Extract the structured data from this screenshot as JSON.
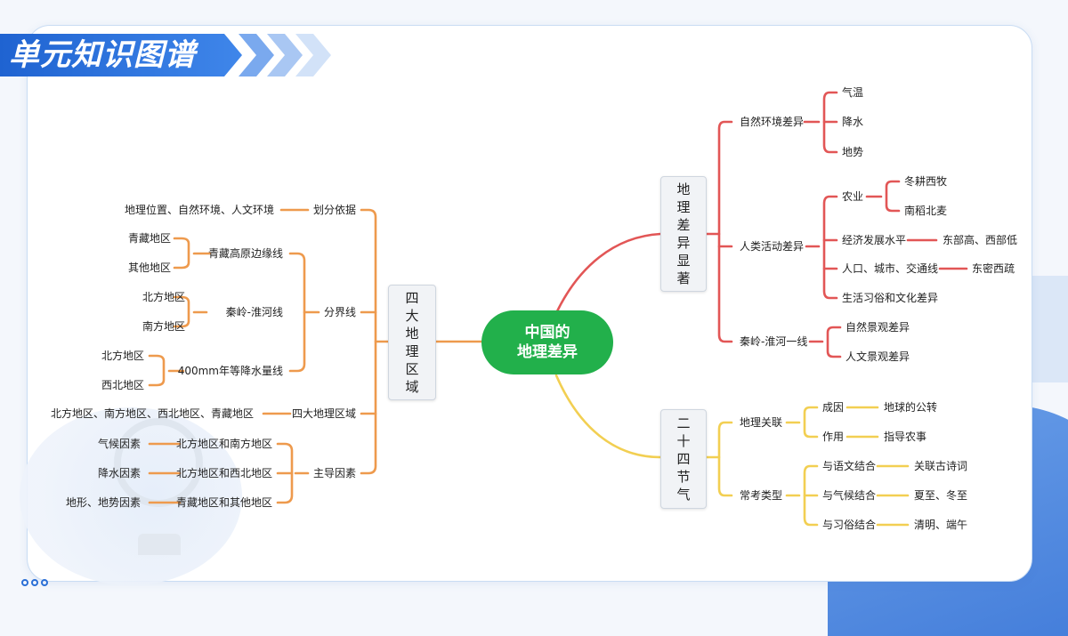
{
  "header": {
    "title": "单元知识图谱"
  },
  "colors": {
    "red": "#e25656",
    "yellow": "#f2cf52",
    "orange": "#ee9a4d",
    "center": "#22b04b",
    "accent": "#2f6fd6"
  },
  "center": {
    "line1": "中国的",
    "line2": "地理差异"
  },
  "right_top": {
    "box": [
      "地",
      "理",
      "差",
      "异",
      "显",
      "著"
    ],
    "nodes": {
      "ziran": "自然环境差异",
      "qiwen": "气温",
      "jiangshui": "降水",
      "dishi": "地势",
      "renlei": "人类活动差异",
      "nongye": "农业",
      "donggeng": "冬耕西牧",
      "nandao": "南稻北麦",
      "jingji": "经济发展水平",
      "dongbu": "东部高、西部低",
      "renkou": "人口、城市、交通线",
      "dongmi": "东密西疏",
      "shenghuo": "生活习俗和文化差异",
      "qinling": "秦岭-淮河一线",
      "zirjg": "自然景观差异",
      "renwjg": "人文景观差异"
    }
  },
  "right_bottom": {
    "box": [
      "二",
      "十",
      "四",
      "节",
      "气"
    ],
    "nodes": {
      "guanlian": "地理关联",
      "chengyin": "成因",
      "gongzhuan": "地球的公转",
      "zuoyong": "作用",
      "zhidao": "指导农事",
      "changkao": "常考类型",
      "yuwen": "与语文结合",
      "shici": "关联古诗词",
      "qihou": "与气候结合",
      "xiazhi": "夏至、冬至",
      "xisu": "与习俗结合",
      "qingming": "清明、端午"
    }
  },
  "left": {
    "box": [
      "四",
      "大",
      "地",
      "理",
      "区",
      "域"
    ],
    "nodes": {
      "huafen": "划分依据",
      "huafen_val": "地理位置、自然环境、人文环境",
      "fenjie": "分界线",
      "qingzang_line": "青藏高原边缘线",
      "qingzang": "青藏地区",
      "qita": "其他地区",
      "qinhuai": "秦岭-淮河线",
      "beifang1": "北方地区",
      "nanfang1": "南方地区",
      "mm400": "400mm年等降水量线",
      "beifang2": "北方地区",
      "xibei1": "西北地区",
      "sida": "四大地理区域",
      "sida_val": "北方地区、南方地区、西北地区、青藏地区",
      "zhudao": "主导因素",
      "nanbei": "北方地区和南方地区",
      "qihouys": "气候因素",
      "xibei_pair": "北方地区和西北地区",
      "jiangshuiys": "降水因素",
      "qingzang_pair": "青藏地区和其他地区",
      "dixingys": "地形、地势因素"
    }
  }
}
